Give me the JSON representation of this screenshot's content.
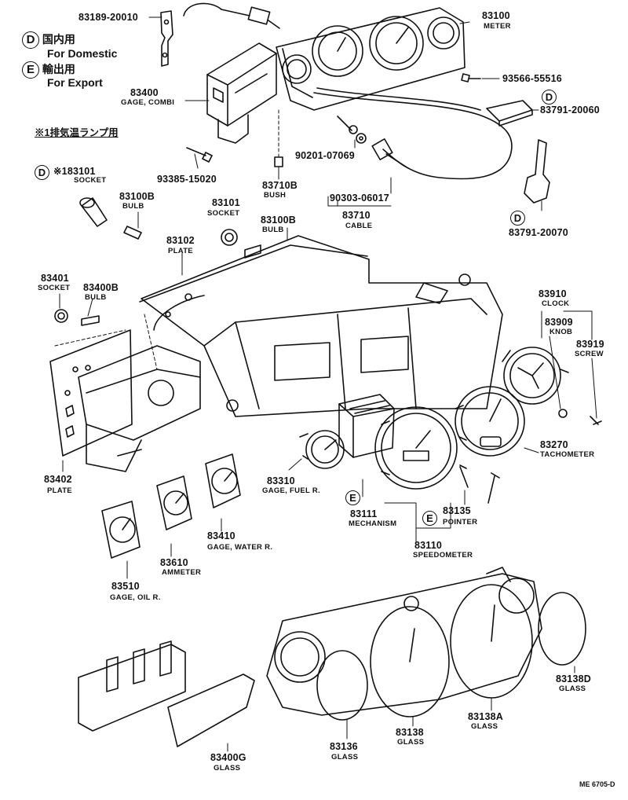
{
  "legend": {
    "d_symbol": "D",
    "d_jp": "国内用",
    "d_en": "For Domestic",
    "e_symbol": "E",
    "e_jp": "輸出用",
    "e_en": "For Export",
    "note": "※1排気温ランプ用"
  },
  "parts": {
    "p83189": {
      "no": "83189-20010"
    },
    "p83100": {
      "no": "83100",
      "desc": "METER"
    },
    "p93566": {
      "no": "93566-55516"
    },
    "p83400": {
      "no": "83400",
      "desc": "GAGE, COMBI"
    },
    "p83791a": {
      "mark": "D",
      "no": "83791-20060"
    },
    "p93385": {
      "no": "93385-15020"
    },
    "p90201": {
      "no": "90201-07069"
    },
    "p83101s": {
      "mark": "D",
      "no": "※183101",
      "desc": "SOCKET"
    },
    "p83710b": {
      "no": "83710B",
      "desc": "BUSH"
    },
    "p90303": {
      "no": "90303-06017"
    },
    "p83710": {
      "no": "83710",
      "desc": "CABLE"
    },
    "p83100b1": {
      "no": "83100B",
      "desc": "BULB"
    },
    "p83101": {
      "no": "83101",
      "desc": "SOCKET"
    },
    "p83100b2": {
      "no": "83100B",
      "desc": "BULB"
    },
    "p83791b": {
      "mark": "D",
      "no": "83791-20070"
    },
    "p83102": {
      "no": "83102",
      "desc": "PLATE"
    },
    "p83401": {
      "no": "83401",
      "desc": "SOCKET"
    },
    "p83400b": {
      "no": "83400B",
      "desc": "BULB"
    },
    "p83910": {
      "no": "83910",
      "desc": "CLOCK"
    },
    "p83909": {
      "no": "83909",
      "desc": "KNOB"
    },
    "p83919": {
      "no": "83919",
      "desc": "SCREW"
    },
    "p83270": {
      "no": "83270",
      "desc": "TACHOMETER"
    },
    "p83402": {
      "no": "83402",
      "desc": "PLATE"
    },
    "p83310": {
      "no": "83310",
      "desc": "GAGE, FUEL R."
    },
    "p83111": {
      "mark": "E",
      "no": "83111",
      "desc": "MECHANISM"
    },
    "p83135": {
      "mark": "E",
      "no": "83135",
      "desc": "POINTER"
    },
    "p83110": {
      "no": "83110",
      "desc": "SPEEDOMETER"
    },
    "p83410": {
      "no": "83410",
      "desc": "GAGE, WATER R."
    },
    "p83610": {
      "no": "83610",
      "desc": "AMMETER"
    },
    "p83510": {
      "no": "83510",
      "desc": "GAGE, OIL R."
    },
    "p83138d": {
      "no": "83138D",
      "desc": "GLASS"
    },
    "p83138a": {
      "no": "83138A",
      "desc": "GLASS"
    },
    "p83138": {
      "no": "83138",
      "desc": "GLASS"
    },
    "p83136": {
      "no": "83136",
      "desc": "GLASS"
    },
    "p83400g": {
      "no": "83400G",
      "desc": "GLASS"
    }
  },
  "drawing_code": "ME 6705-D"
}
